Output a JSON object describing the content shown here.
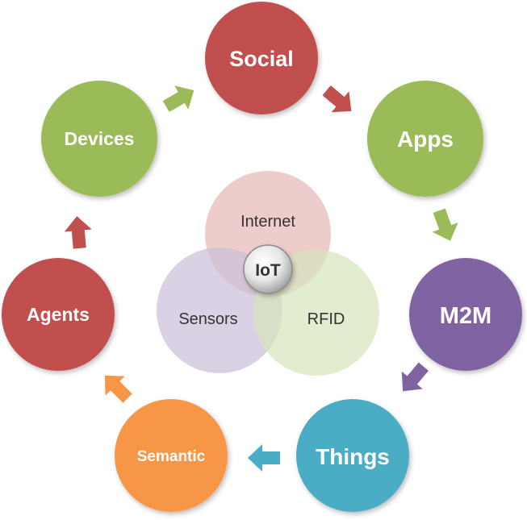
{
  "cycle": {
    "nodes": [
      {
        "label": "Social",
        "color": "#c0504d"
      },
      {
        "label": "Apps",
        "color": "#9bbb59"
      },
      {
        "label": "M2M",
        "color": "#8064a2"
      },
      {
        "label": "Things",
        "color": "#4bacc6"
      },
      {
        "label": "Semantic",
        "color": "#f79646"
      },
      {
        "label": "Agents",
        "color": "#c0504d"
      },
      {
        "label": "Devices",
        "color": "#9bbb59"
      }
    ]
  },
  "venn": {
    "circles": [
      {
        "label": "Internet",
        "color": "#e6b9b8"
      },
      {
        "label": "Sensors",
        "color": "#ccc1da"
      },
      {
        "label": "RFID",
        "color": "#d7e4bd"
      }
    ],
    "center_label": "IoT"
  }
}
